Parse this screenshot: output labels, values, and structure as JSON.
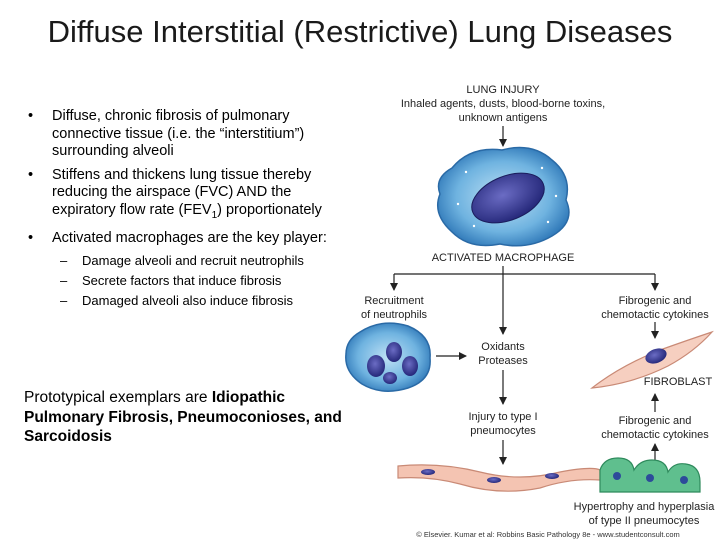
{
  "slide": {
    "title": "Diffuse Interstitial (Restrictive) Lung Diseases",
    "bullets": {
      "b1": "Diffuse, chronic fibrosis of pulmonary connective tissue (i.e. the “interstitium”) surrounding alveoli",
      "b2_pre": "Stiffens and thickens lung tissue thereby reducing the airspace (FVC) AND the expiratory flow rate (FEV",
      "b2_sub": "1",
      "b2_post": ") proportionately",
      "b3": "Activated macrophages are the key player:",
      "sub": [
        "Damage alveoli and recruit neutrophils",
        "Secrete factors that induce fibrosis",
        "Damaged alveoli also induce fibrosis"
      ]
    },
    "proto_pre": "Prototypical exemplars are ",
    "proto_bold": "Idiopathic Pulmonary Fibrosis, Pneumoconioses, and Sarcoidosis"
  },
  "diagram": {
    "lung_injury": "LUNG INJURY",
    "injury_line1": "Inhaled agents, dusts, blood-borne toxins,",
    "injury_line2": "unknown antigens",
    "activated_macrophage": "ACTIVATED MACROPHAGE",
    "recruit_line1": "Recruitment",
    "recruit_line2": "of neutrophils",
    "fibro_top_line1": "Fibrogenic and",
    "fibro_top_line2": "chemotactic cytokines",
    "oxidants": "Oxidants",
    "proteases": "Proteases",
    "fibroblast": "FIBROBLAST",
    "fibro_bot_line1": "Fibrogenic and",
    "fibro_bot_line2": "chemotactic cytokines",
    "injury_type1_line1": "Injury to type I",
    "injury_type1_line2": "pneumocytes",
    "hyper_line1": "Hypertrophy and hyperplasia",
    "hyper_line2": "of type II pneumocytes",
    "copyright": "© Elsevier. Kumar et al: Robbins Basic Pathology 8e - www.studentconsult.com"
  }
}
